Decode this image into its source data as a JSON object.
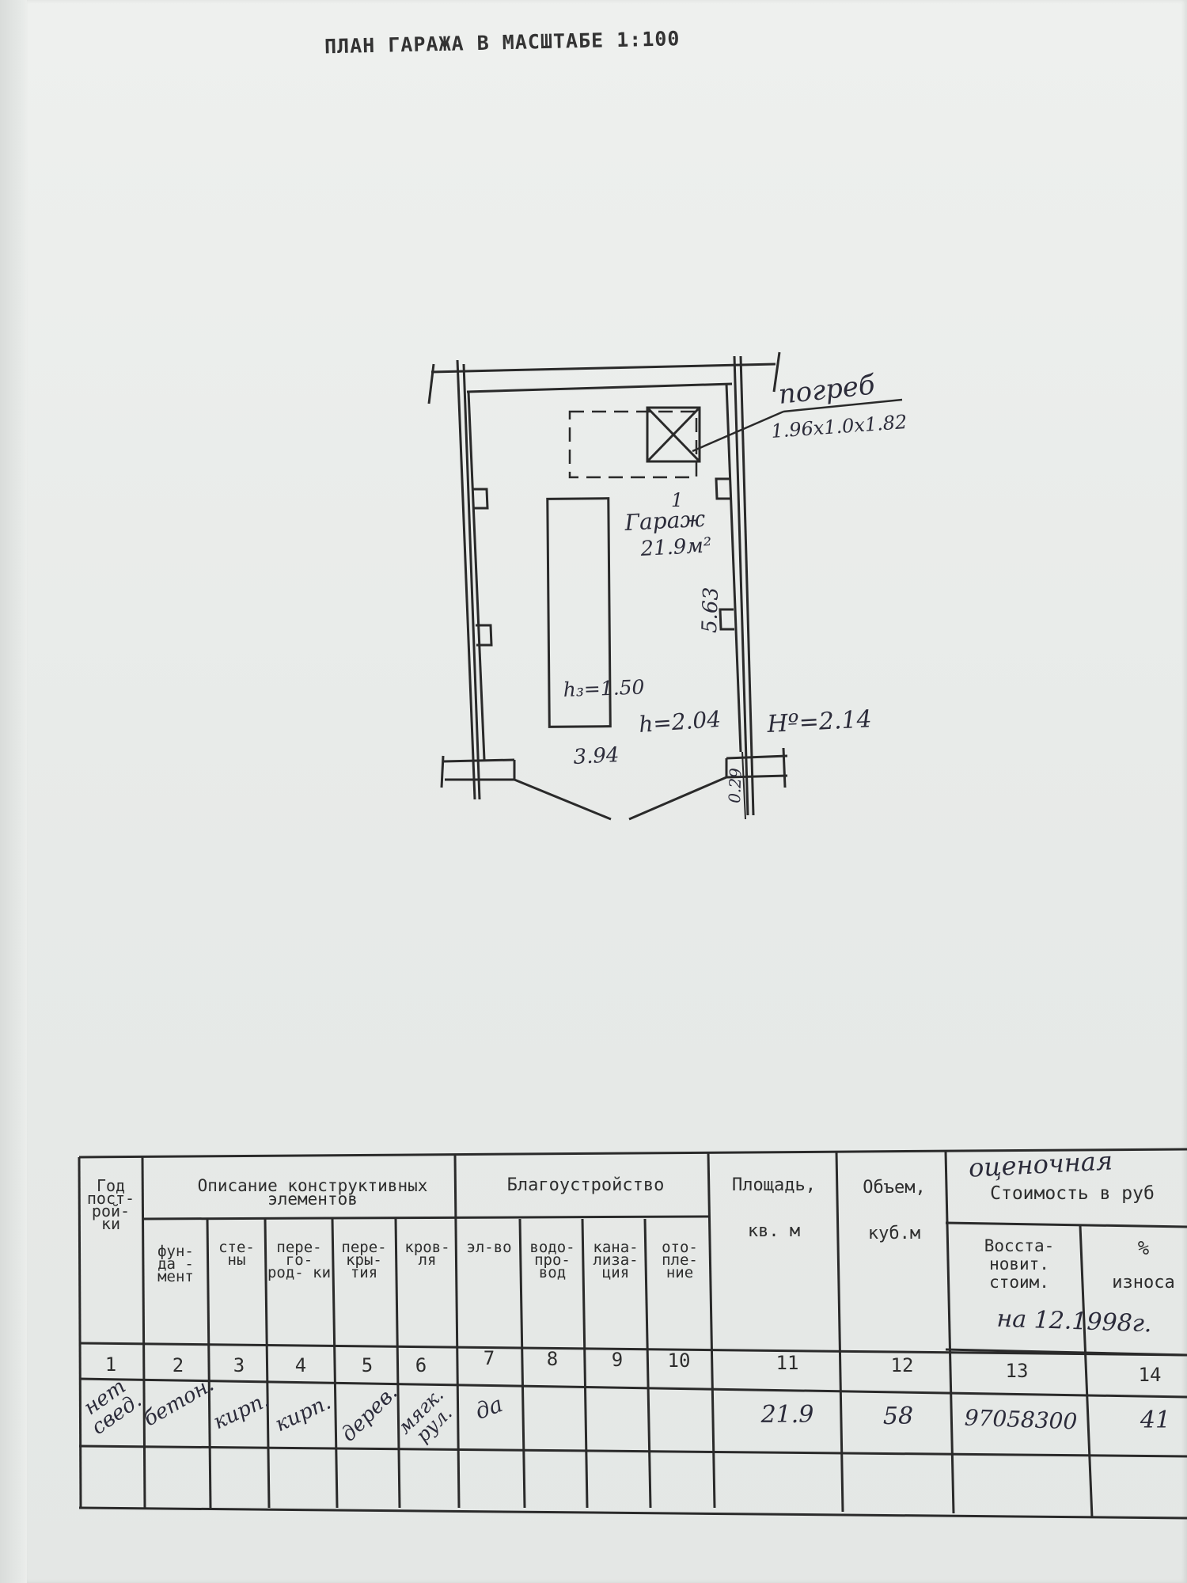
{
  "title": "ПЛАН ГАРАЖА В МАСШТАБЕ  1:100",
  "plan": {
    "cellar_label": "погреб",
    "cellar_dims": "1.96х1.0х1.82",
    "room_number": "1",
    "room_name": "Гараж",
    "room_area": "21.9м²",
    "length": "5.63",
    "width": "3.94",
    "pit_height": "h₃=1.50",
    "inner_height": "h=2.04",
    "outer_height": "Hº=2.14",
    "wall": "0.29"
  },
  "table": {
    "headers": {
      "year": "Год пост- рой- ки",
      "constructive": "Описание конструктивных элементов",
      "improvement": "Благоустройство",
      "area": "Площадь,",
      "area_unit": "кв. м",
      "volume": "Объем,",
      "volume_unit": "куб.м",
      "valuation": "оценочная",
      "cost": "Стоимость в руб",
      "restore": "Восста- новит. стоим.",
      "wear_pct": "%",
      "wear": "износа",
      "date": "на 12.1998г."
    },
    "subheaders": [
      "фун- да - мент",
      "сте- ны",
      "пере- го- род- ки",
      "пере- кры- тия",
      "кров- ля",
      "эл-во",
      "водо- про- вод",
      "кана- лиза- ция",
      "ото- пле- ние"
    ],
    "column_numbers": [
      "1",
      "2",
      "3",
      "4",
      "5",
      "6",
      "7",
      "8",
      "9",
      "10",
      "11",
      "12",
      "13",
      "14"
    ],
    "row": {
      "year": "нет свед.",
      "foundation": "бетон.",
      "walls": "кирп.",
      "partitions": "кирп.",
      "ceilings": "дерев.",
      "roof": "мягк. рул.",
      "electricity": "да",
      "water": "",
      "sewer": "",
      "heating": "",
      "area": "21.9",
      "volume": "58",
      "restore_cost": "97058300",
      "wear": "41"
    }
  }
}
